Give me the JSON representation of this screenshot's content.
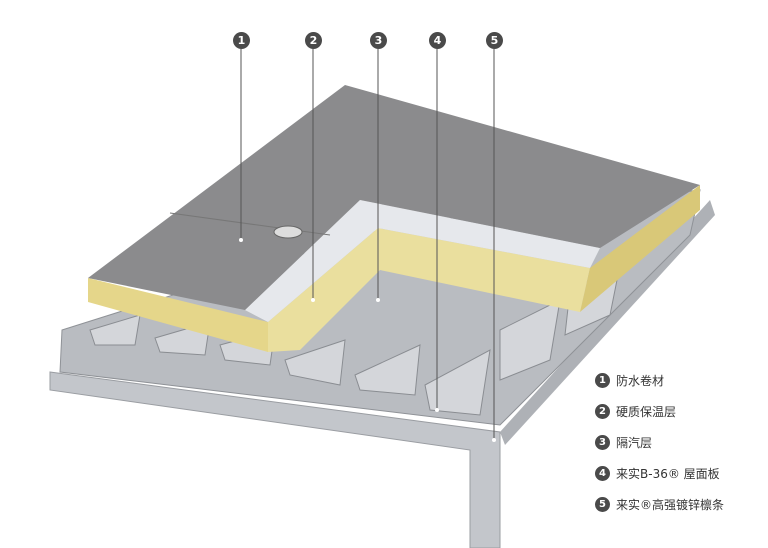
{
  "callouts": [
    "1",
    "2",
    "3",
    "4",
    "5"
  ],
  "legend": [
    {
      "num": "1",
      "label": "防水卷材"
    },
    {
      "num": "2",
      "label": "硬质保温层"
    },
    {
      "num": "3",
      "label": "隔汽层"
    },
    {
      "num": "4",
      "label": "来实B-36® 屋面板"
    },
    {
      "num": "5",
      "label": "来实®高强镀锌檩条"
    }
  ],
  "colors": {
    "membrane": "#8a8a8c",
    "insulation": "#e8dc96",
    "vapor": "#e4e6ea",
    "deck": "#b9bcc1",
    "callout": "#4a4a4a"
  }
}
